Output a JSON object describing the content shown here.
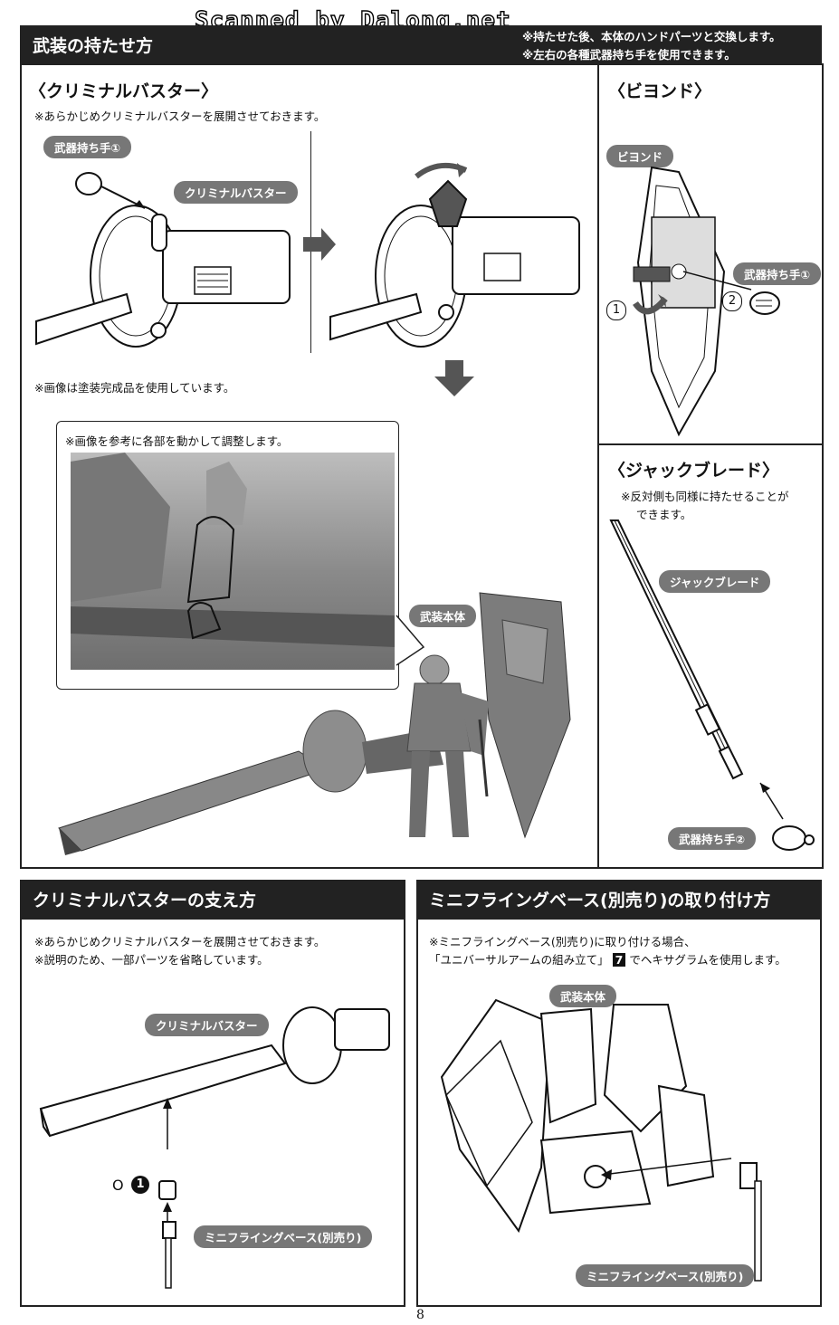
{
  "watermark": "Scanned by Dalong.net",
  "top_header": {
    "title": "武装の持たせ方",
    "note1": "※持たせた後、本体のハンドパーツと交換します。",
    "note2": "※左右の各種武器持ち手を使用できます。"
  },
  "criminal_buster": {
    "title": "〈クリミナルバスター〉",
    "note": "※あらかじめクリミナルバスターを展開させておきます。",
    "label_hand": "武器持ち手①",
    "label_part": "クリミナルバスター",
    "photo_note": "※画像は塗装完成品を使用しています。",
    "callout_note": "※画像を参考に各部を動かして調整します。",
    "label_body": "武装本体"
  },
  "beyond": {
    "title": "〈ビヨンド〉",
    "label_part": "ビヨンド",
    "label_hand": "武器持ち手①",
    "step1": "1",
    "step2": "2"
  },
  "jack_blade": {
    "title": "〈ジャックブレード〉",
    "note1": "※反対側も同様に持たせることが",
    "note2": "できます。",
    "label_part": "ジャックブレード",
    "label_hand": "武器持ち手②"
  },
  "support": {
    "title": "クリミナルバスターの支え方",
    "note1": "※あらかじめクリミナルバスターを展開させておきます。",
    "note2": "※説明のため、一部パーツを省略しています。",
    "label_part": "クリミナルバスター",
    "part_prefix": "O",
    "part_number": "1",
    "label_base": "ミニフライングベース(別売り)"
  },
  "mini_base": {
    "title": "ミニフライングベース(別売り)の取り付け方",
    "note1": "※ミニフライングベース(別売り)に取り付ける場合、",
    "note2": "「ユニバーサルアームの組み立て」",
    "note_num": "7",
    "note3": "でヘキサグラムを使用します。",
    "label_body": "武装本体",
    "label_base": "ミニフライングベース(別売り)"
  },
  "page_number": "8",
  "colors": {
    "header_bg": "#222222",
    "pill_bg": "#777777",
    "photo_gray": "#888888"
  }
}
